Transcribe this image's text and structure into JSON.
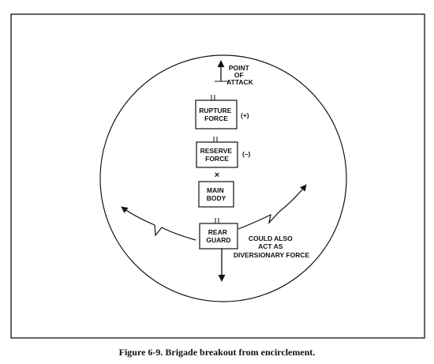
{
  "diagram": {
    "point_of_attack": [
      "POINT",
      "OF",
      "ATTACK"
    ],
    "units": [
      {
        "id": "rupture",
        "lines": [
          "RUPTURE",
          "FORCE"
        ],
        "note": "(+)"
      },
      {
        "id": "reserve",
        "lines": [
          "RESERVE",
          "FORCE"
        ],
        "note": "(–)"
      },
      {
        "id": "main",
        "lines": [
          "MAIN",
          "BODY"
        ],
        "note": ""
      },
      {
        "id": "rear",
        "lines": [
          "REAR",
          "GUARD"
        ],
        "note": ""
      }
    ],
    "connector_symbol": "×",
    "rear_note": [
      "COULD ALSO",
      "ACT AS",
      "DIVERSIONARY FORCE"
    ],
    "colors": {
      "ink": "#111111",
      "paper": "#ffffff"
    }
  },
  "caption": "Figure 6-9. Brigade breakout from encirclement."
}
